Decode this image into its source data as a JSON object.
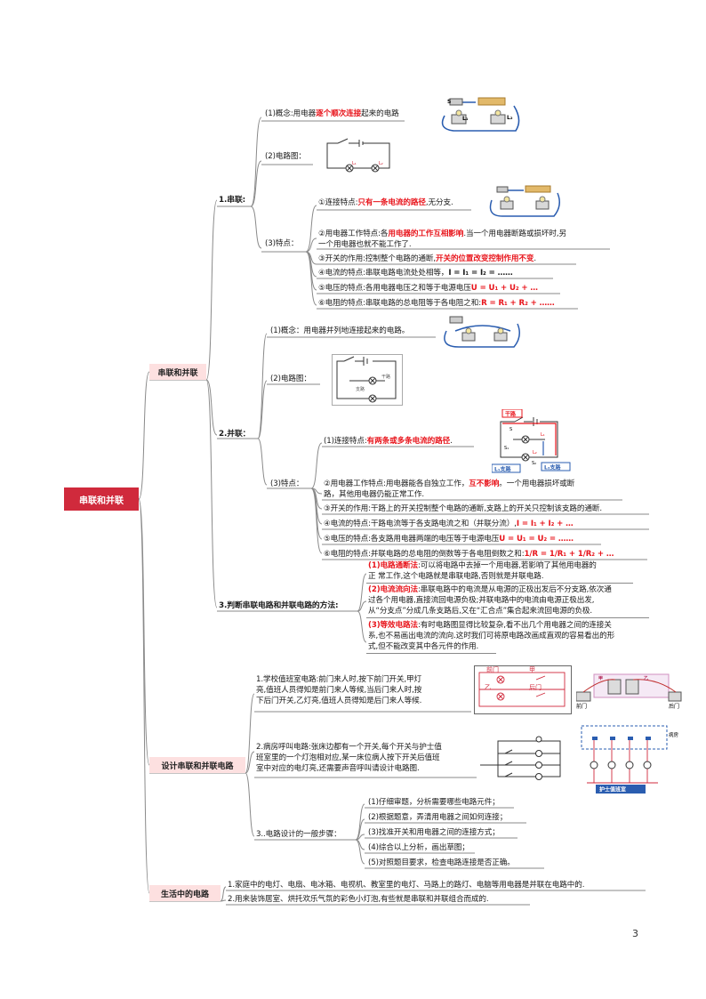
{
  "root": "串联和并联",
  "series_section": {
    "label": "串联和并联",
    "series": {
      "label": "1.串联:",
      "concept_prefix": "(1)概念:用电器",
      "concept_red": "逐个顺次连接",
      "concept_suffix": "起来的电路",
      "diagram_label": "(2)电路图：",
      "features_label": "(3)特点：",
      "f1_prefix": "①连接特点:",
      "f1_red": "只有一条电流的路径",
      "f1_suffix": ",无分支.",
      "f2_prefix": "②用电器工作特点:各",
      "f2_red": "用电器的工作互相影响",
      "f2_suffix": ".当一个用电器断路或损坏时,另",
      "f2_line2": "一个用电器也就不能工作了.",
      "f3_prefix": "③开关的作用:控制整个电路的通断,",
      "f3_red": "开关的位置改变控制作用不变",
      "f3_suffix": ".",
      "f4_prefix": "④电流的特点:串联电路电流处处相等，",
      "f4_formula": "I = I₁ = I₂ = ……",
      "f5_prefix": "⑤电压的特点:各用电器电压之和等于电源电压",
      "f5_red": "U = U₁ + U₂ + …",
      "f6_prefix": "⑥电阻的特点:串联电路的总电阻等于各电阻之和:",
      "f6_red": "R = R₁ + R₂ + ……"
    },
    "parallel": {
      "label": "2.并联：",
      "concept": "(1)概念：用电器并列地连接起来的电路。",
      "diagram_label": "(2)电路图：",
      "features_label": "(3)特点：",
      "f1_prefix": "(1)连接特点:",
      "f1_red": "有两条或多条电流的路径",
      "f1_suffix": ".",
      "f2_prefix": "②用电器工作特点:用电器能各自独立工作，",
      "f2_red": "互不影响",
      "f2_suffix": "。一个用电器损坏或断",
      "f2_line2": "路，其他用电器仍能正常工作.",
      "f3": "③开关的作用:干路上的开关控制整个电路的通断,支路上的开关只控制该支路的通断.",
      "f4_prefix": "④电流的特点:干路电流等于各支路电流之和（并联分流）,",
      "f4_red": "I = I₁ + I₂ + …",
      "f5_prefix": "⑤电压的特点:各支路用电器两端的电压等于电源电压",
      "f5_red": "U = U₁ = U₂ = ……",
      "f6_prefix": "⑥电阻的特点:并联电路的总电阻的倒数等于各电阻倒数之和:",
      "f6_red": "1/R = 1/R₁ + 1/R₂ + …",
      "fig_trunk": "干路",
      "fig_branch1": "L₁支路",
      "fig_branch2": "L₂支路",
      "fig_s": "S",
      "fig_l1": "L₁",
      "fig_l2": "L₂",
      "fig_s1": "S₁",
      "fig_s2": "S₂",
      "diag_trunk": "干路",
      "diag_branch": "支路"
    },
    "judge": {
      "label": "3.判断串联电路和并联电路的方法:",
      "m1_red": "(1)电路通断法",
      "m1_text": ":可以将电路中去掉一个用电器,若影响了其他用电器的",
      "m1_line2": "正 常工作,这个电路就是串联电路,否则就是并联电路.",
      "m2_red": "(2)电流流向法",
      "m2_text": ":串联电路中的电流是从电源的正极出发后不分支路,依次通",
      "m2_line2": "过各个用电器,直接流回电源负极;并联电路中的电流由电源正极出发,",
      "m2_line3": "从“分支点”分成几条支路后,又在“汇合点”集合起来流回电源的负极.",
      "m3_red": "(3)等效电路法",
      "m3_text": ":有时电路图显得比较复杂,看不出几个用电器之间的连接关",
      "m3_line2": "系,也不易画出电流的流向.这时我们可将原电路改画成直观的容易看出的形",
      "m3_line3": "式,但不能改变其中各元件的作用."
    }
  },
  "design_section": {
    "label": "设计串联和并联电路",
    "d1_line1": "1.学校值班室电路:前门来人时,按下前门开关,甲灯",
    "d1_line2": "亮,值班人员得知是前门来人等候,当后门来人时,按",
    "d1_line3": "下后门开关,乙灯亮,值班人员得知是后门来人等候.",
    "d1_fig_front": "前门",
    "d1_fig_back": "后门",
    "d1_fig_jia": "甲",
    "d1_fig_yi": "乙",
    "d1_photo_front": "前门",
    "d1_photo_back": "后门",
    "d1_photo_jia": "甲",
    "d1_photo_yi": "乙",
    "d2_line1": "2.病房呼叫电路:张床边都有一个开关,每个开关与护士值",
    "d2_line2": "班室里的一个灯泡相对应,某一床位病人按下开关后值班",
    "d2_line3": "室中对应的电灯亮,还需要声音呼叫请设计电路图.",
    "d2_fig_ward": "病房",
    "d2_fig_nurse": "护士值班室",
    "d3_label": "3..电路设计的一般步骤：",
    "steps": [
      "(1)仔细审题，分析需要哪些电路元件；",
      "(2)根据题意，弄清用电器之间如何连接；",
      "(3)找准开关和用电器之间的连接方式；",
      "(4)综合以上分析，画出草图；",
      "(5)对照题目要求，检查电路连接是否正确。"
    ]
  },
  "life_section": {
    "label": "生活中的电路",
    "l1": "1.家庭中的电灯、电扇、电冰箱、电视机、教室里的电灯、马路上的路灯、电脑等用电器是并联在电路中的.",
    "l2": "2.用来装饰居室、烘托欢乐气氛的彩色小灯泡,有些就是串联和并联组合而成的."
  },
  "photo_labels": {
    "s": "S",
    "l1": "L₁",
    "l2": "L₂",
    "circuit_l1": "L₁",
    "circuit_l2": "L₂"
  },
  "page_number": "3",
  "colors": {
    "root_bg": "#d02a3c",
    "category_bg": "#fde0e0",
    "highlight": "#e8141b",
    "line": "#8a8a8a"
  }
}
